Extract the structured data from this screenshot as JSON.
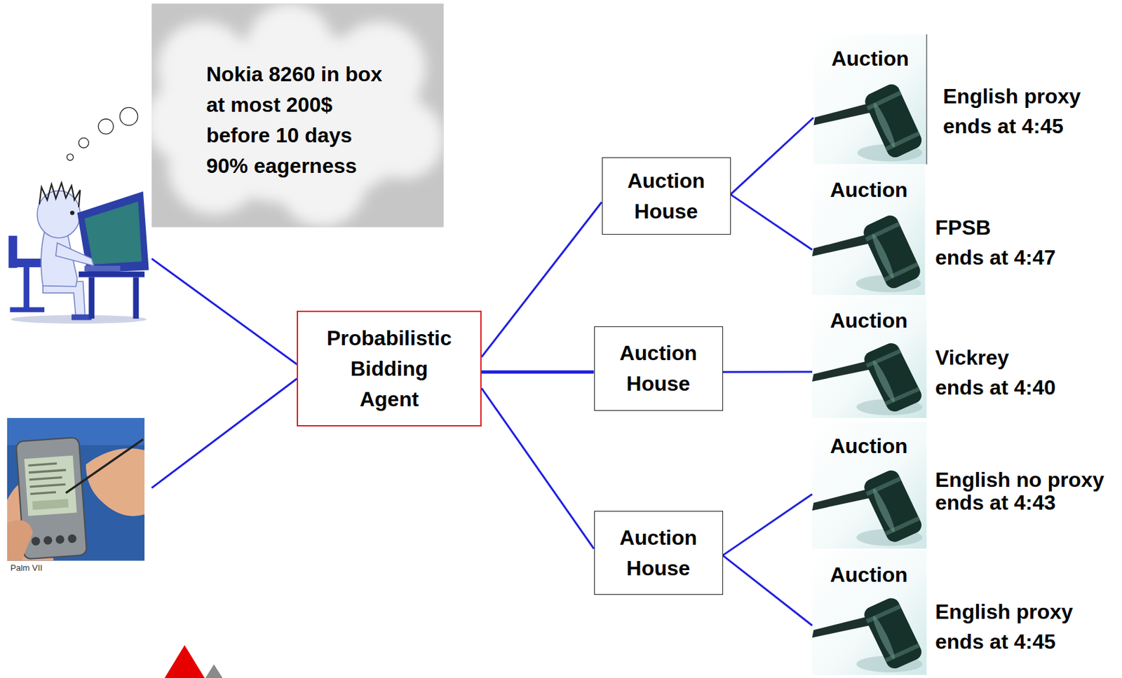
{
  "diagram": {
    "nodes": [
      {
        "text": [
          "Nokia 8260 in box",
          "at most 200$",
          "before 10 days",
          "90% eagerness"
        ]
      },
      {
        "text": [
          "Probabilistic Bidding Agent"
        ]
      },
      {
        "text": [
          "Auction House"
        ]
      },
      {
        "text": [
          "Auction House"
        ]
      },
      {
        "text": [
          "Auction House"
        ]
      },
      {
        "text": [
          "Auction",
          "English proxy",
          "ends at 4:45"
        ]
      },
      {
        "text": [
          "Auction",
          "FPSB",
          "ends at 4:47"
        ]
      },
      {
        "text": [
          "Auction",
          "Vickrey",
          "ends at 4:40"
        ]
      },
      {
        "text": [
          "Auction",
          "English no proxy",
          "ends at 4:43"
        ]
      },
      {
        "text": [
          "Auction",
          "English proxy",
          "ends at 4:45"
        ]
      }
    ],
    "edges": [
      {
        "from": 1,
        "to": 2,
        "arrow": "none"
      },
      {
        "from": 1,
        "to": 3,
        "arrow": "none"
      },
      {
        "from": 1,
        "to": 4,
        "arrow": "none"
      },
      {
        "from": 2,
        "to": 5,
        "arrow": "none"
      },
      {
        "from": 2,
        "to": 6,
        "arrow": "none"
      },
      {
        "from": 3,
        "to": 7,
        "arrow": "none"
      },
      {
        "from": 4,
        "to": 8,
        "arrow": "none"
      },
      {
        "from": 4,
        "to": 9,
        "arrow": "none"
      }
    ],
    "labels": [
      "Palm VII"
    ]
  }
}
